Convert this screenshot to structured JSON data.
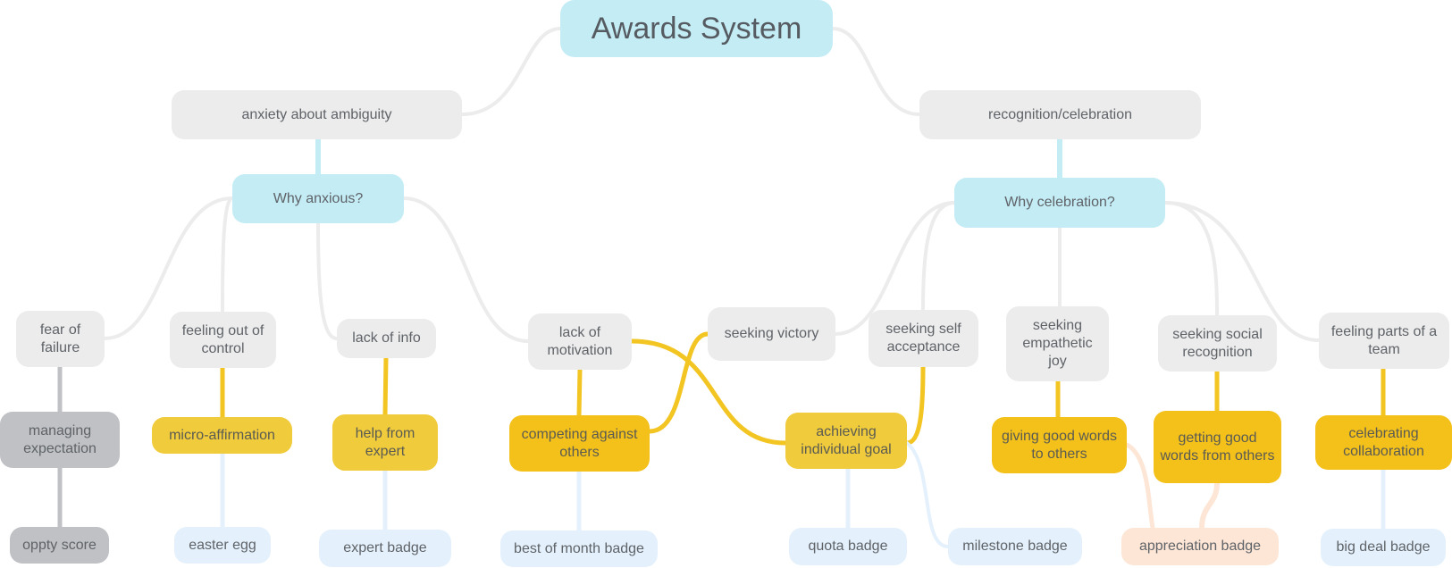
{
  "diagram": {
    "root": "Awards System",
    "branches": [
      {
        "topic": "anxiety about ambiguity",
        "question": "Why anxious?",
        "items": [
          {
            "need": "fear of failure",
            "solution": "managing expectation",
            "badge": "oppty score"
          },
          {
            "need": "feeling out of control",
            "solution": "micro-affirmation",
            "badge": "easter egg"
          },
          {
            "need": "lack of info",
            "solution": "help from expert",
            "badge": "expert badge"
          },
          {
            "need": "lack of motivation",
            "solution": "competing against others",
            "badge": "best of month badge"
          }
        ]
      },
      {
        "topic": "recognition/celebration",
        "question": "Why celebration?",
        "items": [
          {
            "need": "seeking victory",
            "solution": "achieving individual goal",
            "badge": "quota badge"
          },
          {
            "need": "seeking self acceptance",
            "badge": "milestone badge"
          },
          {
            "need": "seeking empathetic joy",
            "solution": "giving good words to others",
            "badge": "appreciation badge"
          },
          {
            "need": "seeking social recognition",
            "solution": "getting good words from others"
          },
          {
            "need": "feeling parts of a team",
            "solution": "celebrating collaboration",
            "badge": "big deal badge"
          }
        ]
      }
    ]
  },
  "colors": {
    "connector_gray": "#ececec",
    "connector_blue": "#c4ecf5",
    "connector_yellow": "#f2c522",
    "connector_lightblue": "#e4f1fc",
    "connector_peach": "#fde6d6",
    "connector_darkgray": "#bfc1c4"
  }
}
